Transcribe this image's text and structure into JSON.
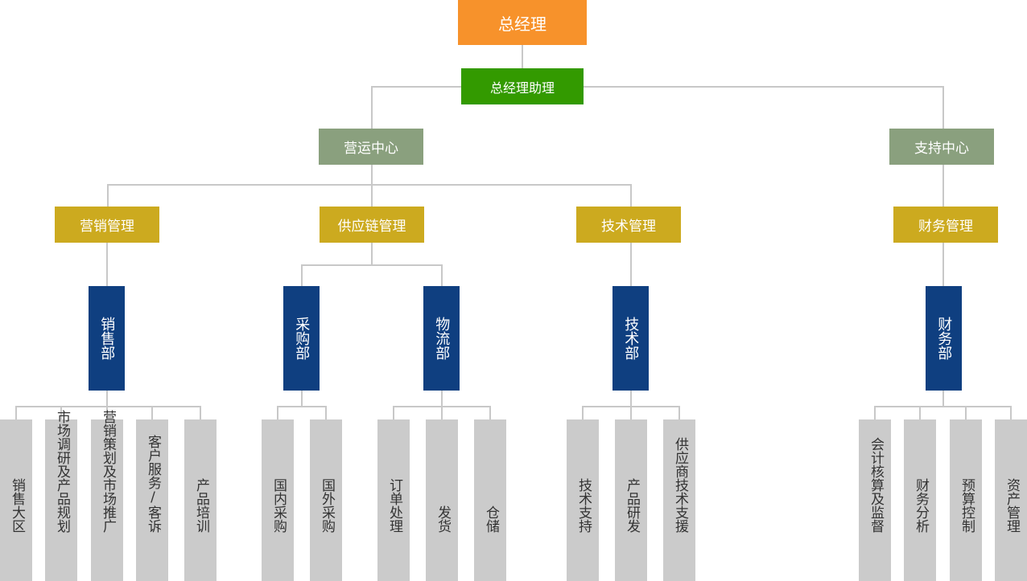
{
  "colors": {
    "ceo": "#F7922B",
    "assistant": "#339A00",
    "center": "#8AA07E",
    "management": "#CCAA1F",
    "department": "#0F3F80",
    "leaf": "#CBCBCB",
    "connector": "#C8C8C8"
  },
  "ceo": "总经理",
  "assistant": "总经理助理",
  "centers": {
    "operations": "营运中心",
    "support": "支持中心"
  },
  "management": {
    "marketing": "营销管理",
    "supply_chain": "供应链管理",
    "technology": "技术管理",
    "finance": "财务管理"
  },
  "departments": {
    "sales": "销售部",
    "purchasing": "采购部",
    "logistics": "物流部",
    "technology": "技术部",
    "finance": "财务部"
  },
  "functions": {
    "sales": [
      "销售大区",
      "市场调研及产品规划",
      "营销策划及市场推广",
      "客户服务/客诉",
      "产品培训"
    ],
    "purchasing": [
      "国内采购",
      "国外采购"
    ],
    "logistics": [
      "订单处理",
      "发货",
      "仓储"
    ],
    "technology": [
      "技术支持",
      "产品研发",
      "供应商技术支援"
    ],
    "finance": [
      "会计核算及监督",
      "财务分析",
      "预算控制",
      "资产管理"
    ]
  }
}
